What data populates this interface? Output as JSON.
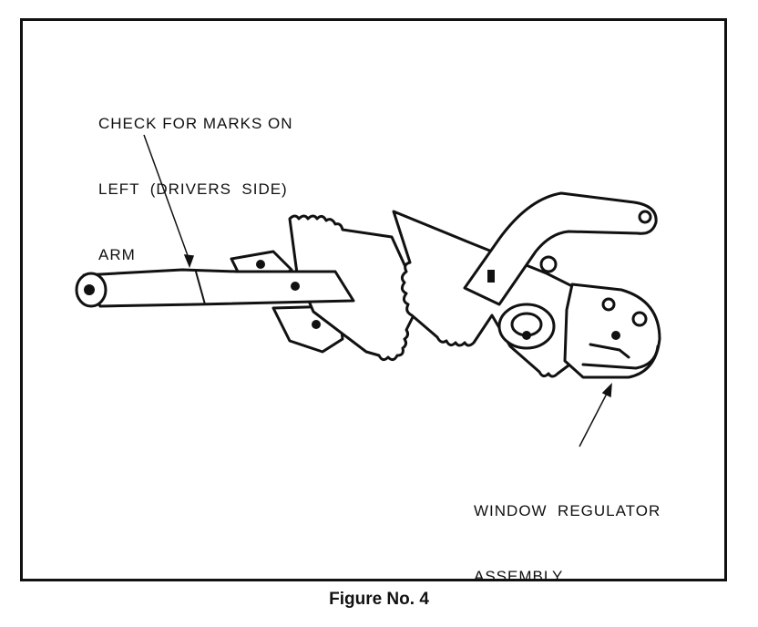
{
  "callouts": {
    "arm_label": {
      "line1": "CHECK FOR MARKS ON",
      "line2": "LEFT  (DRIVERS  SIDE)",
      "line3": "ARM"
    },
    "regulator_label": {
      "line1": "WINDOW  REGULATOR",
      "line2": "ASSEMBLY"
    }
  },
  "caption": "Figure No. 4",
  "colors": {
    "ink": "#111111",
    "paper": "#ffffff"
  }
}
